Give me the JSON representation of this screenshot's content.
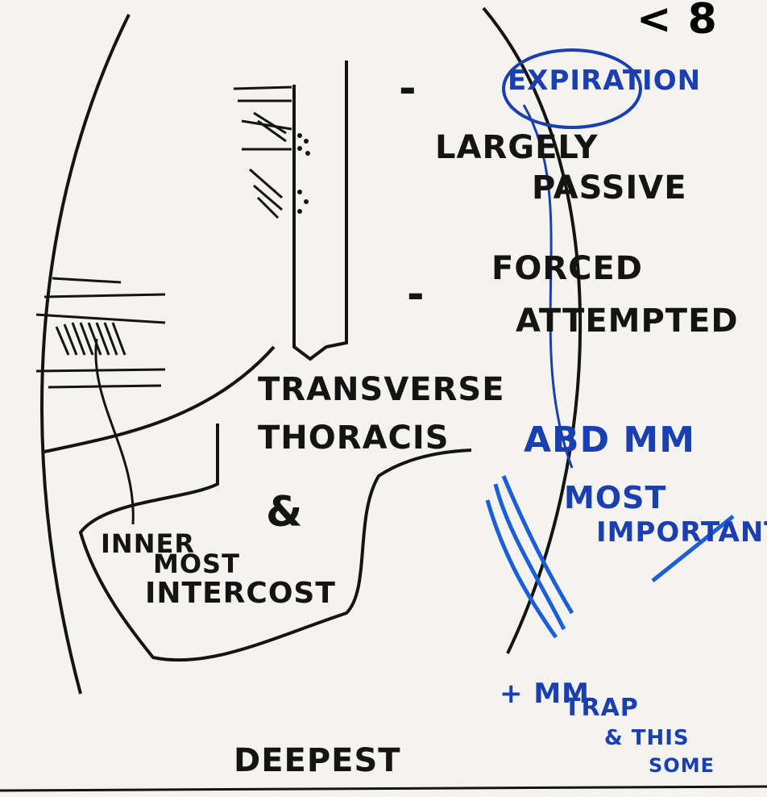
{
  "sketch": {
    "corner_text": "< 8",
    "expiration_label": "EXPIRATION",
    "left_header_lines": [
      "LARGELY",
      "PASSIVE"
    ],
    "forced_lines": [
      "FORCED",
      "ATTEMPTED"
    ],
    "transverse_lines": [
      "TRANSVERSE",
      "THORACIS"
    ],
    "ampersand": "&",
    "inner_lines": [
      "INNER",
      "MOST",
      "INTERCOST"
    ],
    "abd_lines": [
      "ABD MM",
      "MOST",
      "IMPORTANT"
    ],
    "plus_lines": [
      "+ MM",
      "TRAP",
      "& THIS",
      "SOME"
    ],
    "bottom_text": "DEEPEST",
    "dash_1": "-",
    "dash_2": "-"
  },
  "colors": {
    "ink": "#141414",
    "accent_blue": "#1a3fb0"
  }
}
